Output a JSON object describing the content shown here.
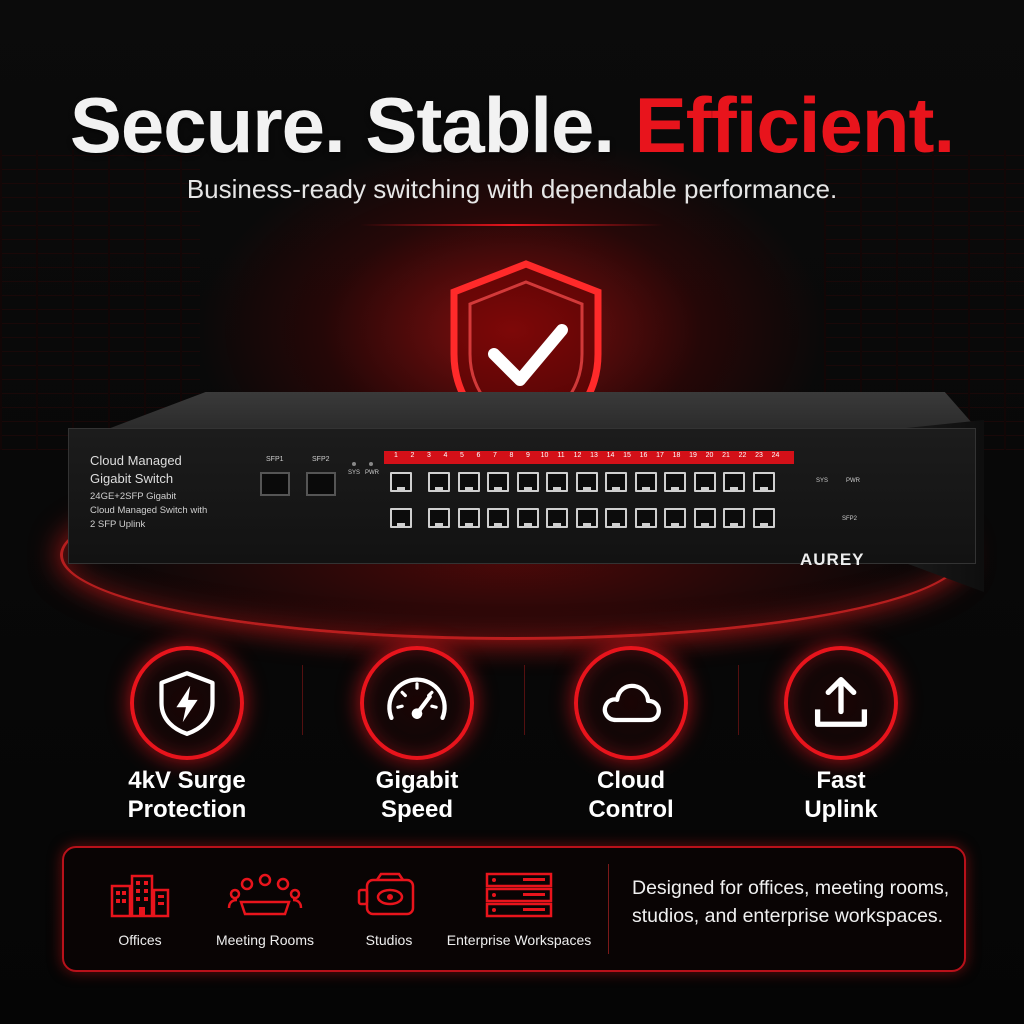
{
  "headline": {
    "part1": "Secure. Stable.",
    "part2": "Efficient."
  },
  "subheadline": "Business-ready switching with dependable performance.",
  "device": {
    "label_line1": "Cloud Managed",
    "label_line2": "Gigabit Switch",
    "desc_line1": "24GE+2SFP Gigabit",
    "desc_line2": "Cloud Managed Switch with",
    "desc_line3": "2 SFP Uplink",
    "sfp_labels": [
      "SFP1",
      "SFP2"
    ],
    "led_labels": [
      "SYS",
      "PWR"
    ],
    "port_numbers": [
      "1",
      "2",
      "3",
      "4",
      "5",
      "6",
      "7",
      "8",
      "9",
      "10",
      "11",
      "12",
      "13",
      "14",
      "15",
      "16",
      "17",
      "18",
      "19",
      "20",
      "21",
      "22",
      "23",
      "24"
    ],
    "right_labels": {
      "sys": "SYS",
      "pwr": "PWR",
      "sfp2": "SFP2"
    },
    "brand": "AUREY"
  },
  "features": [
    {
      "line1": "4kV Surge",
      "line2": "Protection",
      "icon": "shield-bolt-icon"
    },
    {
      "line1": "Gigabit",
      "line2": "Speed",
      "icon": "speedometer-icon"
    },
    {
      "line1": "Cloud",
      "line2": "Control",
      "icon": "cloud-icon"
    },
    {
      "line1": "Fast",
      "line2": "Uplink",
      "icon": "upload-icon"
    }
  ],
  "use_cases": [
    {
      "label": "Offices",
      "icon": "office-building-icon"
    },
    {
      "label": "Meeting Rooms",
      "icon": "meeting-table-icon"
    },
    {
      "label": "Studios",
      "icon": "camera-icon"
    },
    {
      "label": "Enterprise Workspaces",
      "icon": "server-rack-icon"
    }
  ],
  "panel_text": "Designed for offices, meeting rooms, studios, and enterprise workspaces.",
  "colors": {
    "accent": "#e8141c",
    "background": "#050505",
    "text": "#ffffff"
  }
}
